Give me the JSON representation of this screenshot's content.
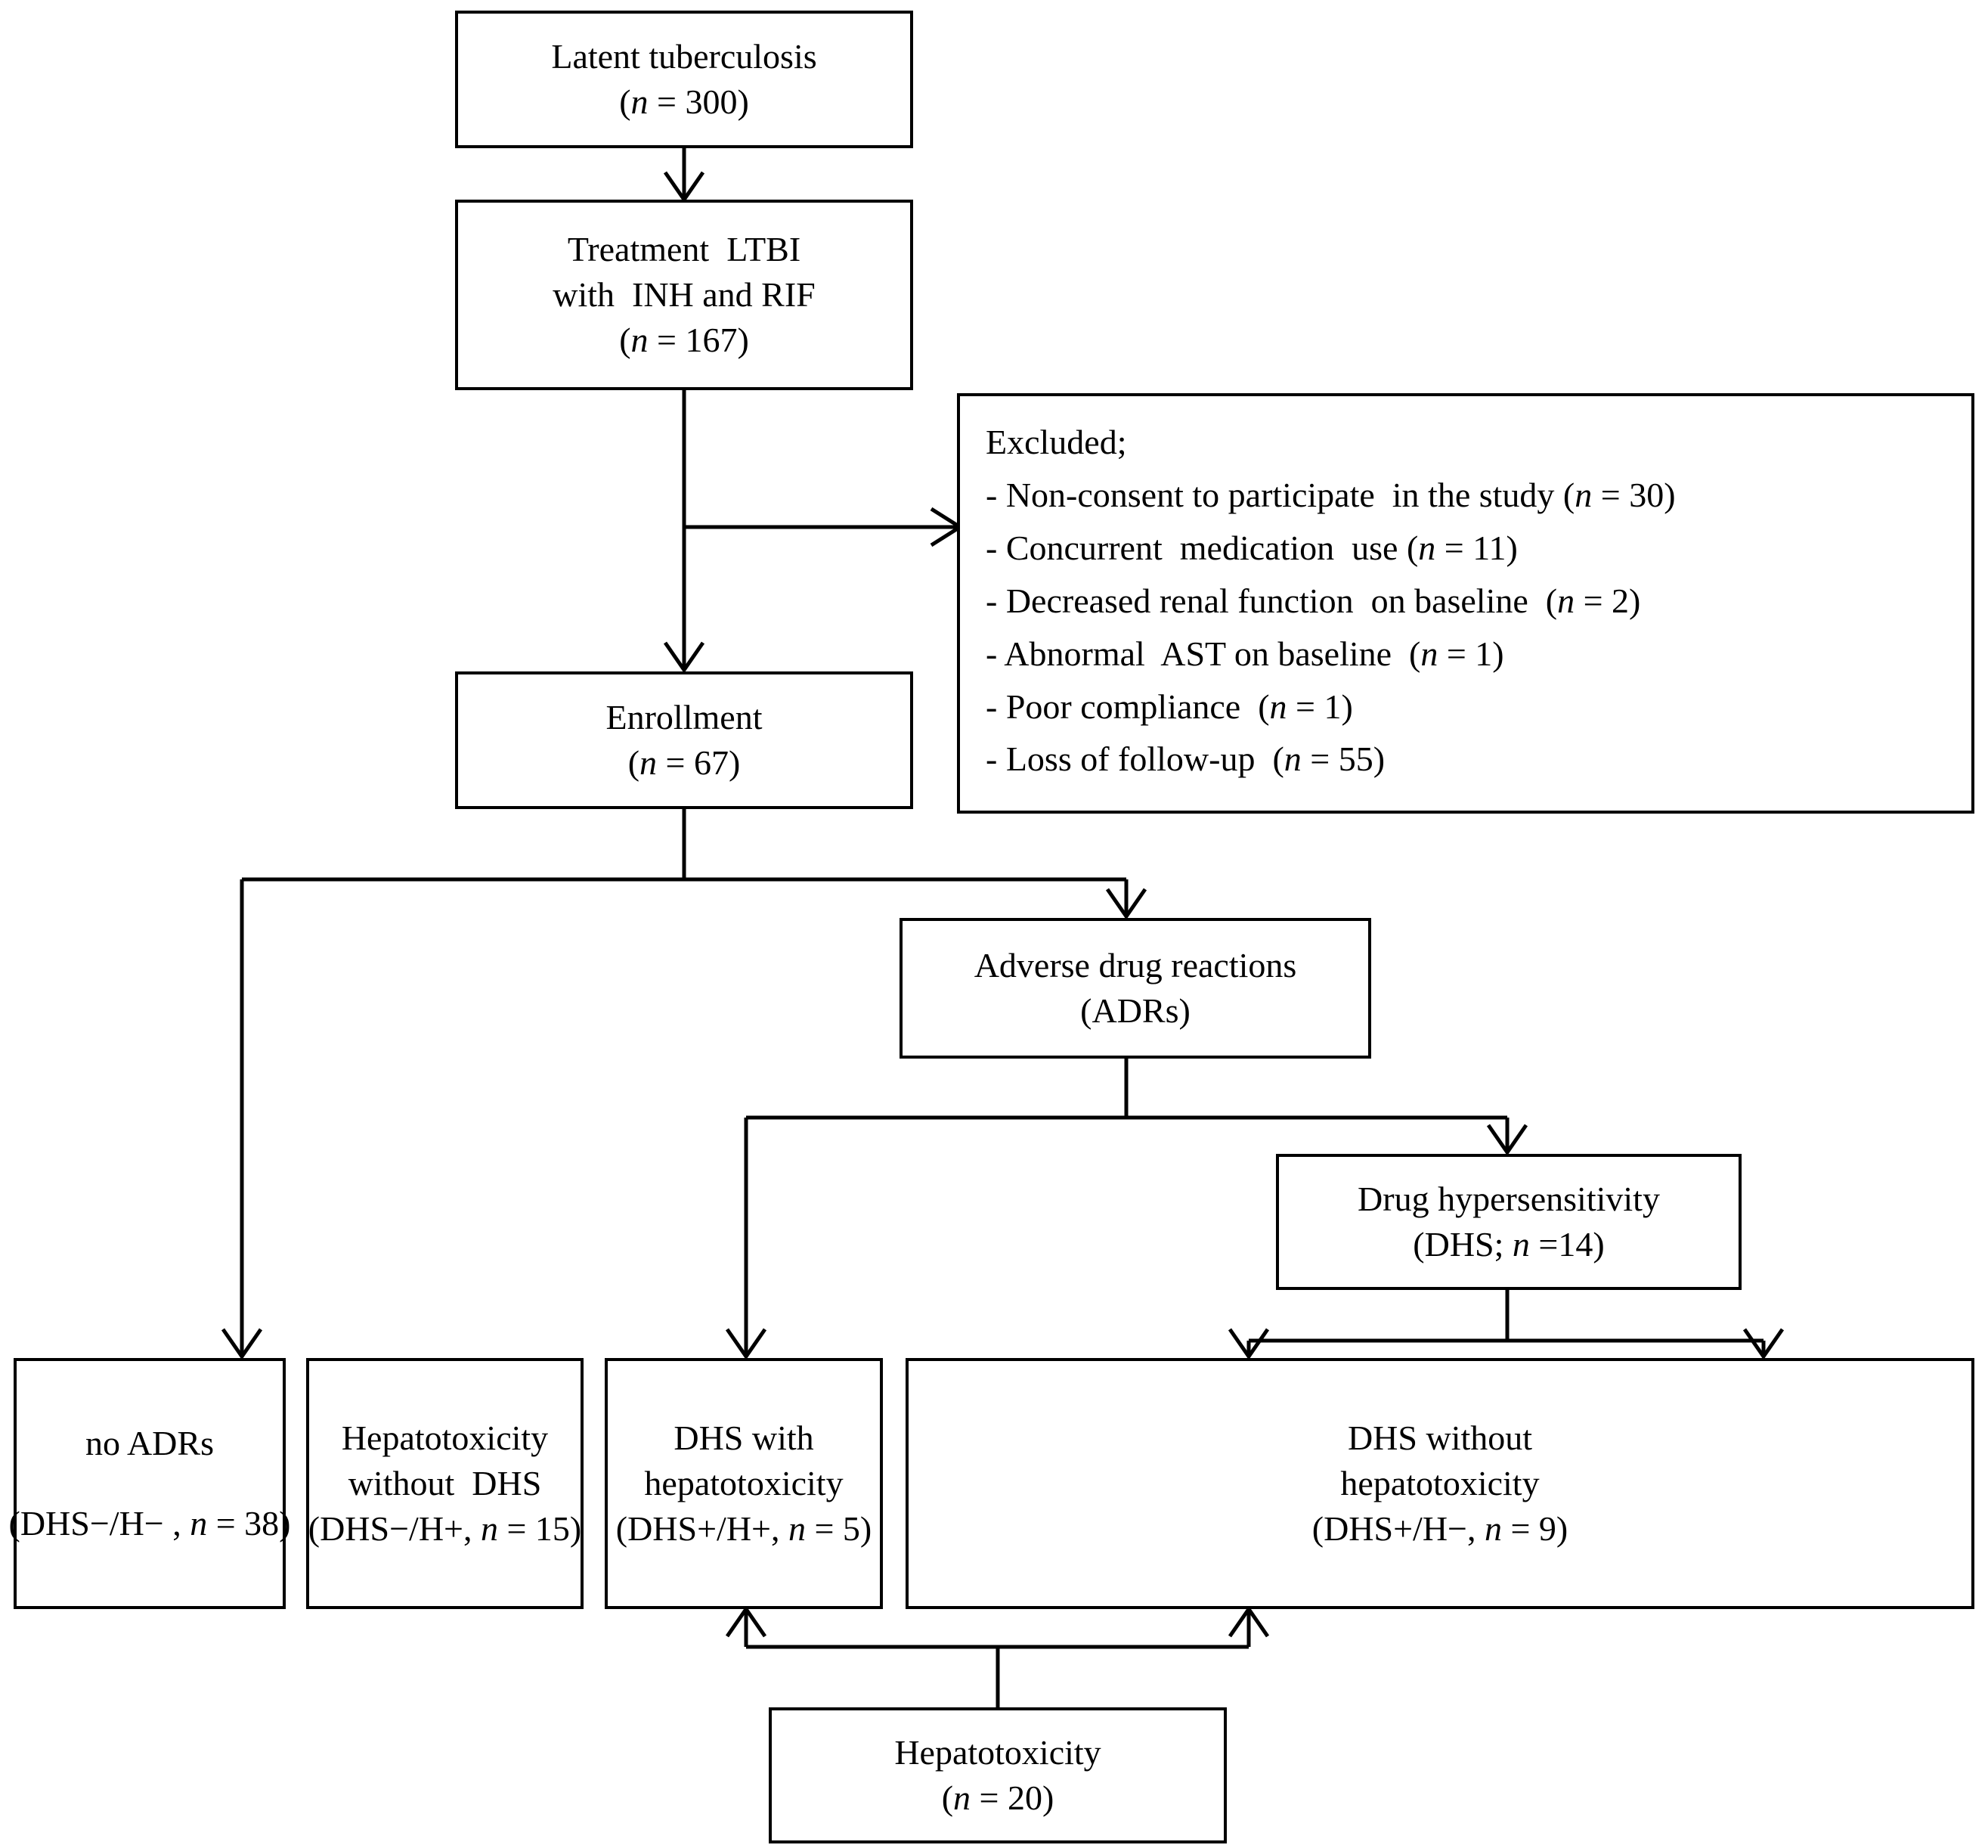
{
  "chart_data": {
    "type": "flowchart",
    "title": "Study enrollment and adverse drug reaction flow diagram",
    "nodes": [
      {
        "id": "latent-tb",
        "lines": [
          "Latent tuberculosis",
          "(n = 300)"
        ]
      },
      {
        "id": "treatment-ltbi",
        "lines": [
          "Treatment  LTBI",
          "with  INH and RIF",
          "(n = 167)"
        ]
      },
      {
        "id": "excluded",
        "lines": [
          "Excluded;",
          "- Non-consent to participate  in the study (n = 30)",
          "- Concurrent  medication  use (n = 11)",
          "- Decreased renal function  on baseline  (n = 2)",
          "- Abnormal  AST on baseline  (n = 1)",
          "- Poor compliance  (n = 1)",
          "- Loss of follow-up  (n = 55)"
        ]
      },
      {
        "id": "enrollment",
        "lines": [
          "Enrollment",
          "(n = 67)"
        ]
      },
      {
        "id": "adrs",
        "lines": [
          "Adverse drug reactions",
          "(ADRs)"
        ]
      },
      {
        "id": "dhs",
        "lines": [
          "Drug hypersensitivity",
          "(DHS; n =14)"
        ]
      },
      {
        "id": "no-adrs",
        "lines": [
          "no ADRs",
          "",
          "(DHS−/H− , n = 38)"
        ]
      },
      {
        "id": "hepatotox-no-dhs",
        "lines": [
          "Hepatotoxicity",
          "without  DHS",
          "(DHS−/H+, n = 15)"
        ]
      },
      {
        "id": "dhs-with-hepato",
        "lines": [
          "DHS with",
          "hepatotoxicity",
          "(DHS+/H+, n = 5)"
        ]
      },
      {
        "id": "dhs-without-hepato",
        "lines": [
          "DHS without",
          "hepatotoxicity",
          "(DHS+/H−, n = 9)"
        ]
      },
      {
        "id": "hepatotoxicity",
        "lines": [
          "Hepatotoxicity",
          "(n = 20)"
        ]
      }
    ],
    "edges": [
      {
        "from": "latent-tb",
        "to": "treatment-ltbi",
        "arrow": "down"
      },
      {
        "from": "treatment-ltbi",
        "to": "excluded",
        "arrow": "right"
      },
      {
        "from": "treatment-ltbi",
        "to": "enrollment",
        "arrow": "down"
      },
      {
        "from": "enrollment",
        "to": "no-adrs",
        "arrow": "down"
      },
      {
        "from": "enrollment",
        "to": "adrs",
        "arrow": "down"
      },
      {
        "from": "adrs",
        "to": "hepatotox-no-dhs",
        "arrow": "down"
      },
      {
        "from": "adrs",
        "to": "dhs",
        "arrow": "down"
      },
      {
        "from": "dhs",
        "to": "dhs-with-hepato",
        "arrow": "down"
      },
      {
        "from": "dhs",
        "to": "dhs-without-hepato",
        "arrow": "down"
      },
      {
        "from": "hepatotoxicity",
        "to": "hepatotox-no-dhs",
        "arrow": "up"
      },
      {
        "from": "hepatotoxicity",
        "to": "dhs-with-hepato",
        "arrow": "up"
      }
    ],
    "counts": {
      "latent_tuberculosis": 300,
      "treatment_ltbi": 167,
      "enrollment": 67,
      "excluded_non_consent": 30,
      "excluded_concurrent_medication": 11,
      "excluded_decreased_renal_function": 2,
      "excluded_abnormal_ast": 1,
      "excluded_poor_compliance": 1,
      "excluded_loss_of_follow_up": 55,
      "dhs": 14,
      "no_adrs": 38,
      "hepatotoxicity_without_dhs": 15,
      "dhs_with_hepatotoxicity": 5,
      "dhs_without_hepatotoxicity": 9,
      "hepatotoxicity_total": 20
    },
    "colors": {
      "line": "#000000",
      "text": "#000000",
      "background": "#ffffff"
    }
  },
  "nodes": {
    "latent_tb": {
      "line1": "Latent tuberculosis",
      "line2_pre": "(",
      "line2_n": "n",
      "line2_post": " = 300)"
    },
    "treatment_ltbi": {
      "line1": "Treatment  LTBI",
      "line2": "with  INH and RIF",
      "line3_pre": "(",
      "line3_n": "n",
      "line3_post": " = 167)"
    },
    "excluded": {
      "heading": "Excluded;",
      "item1_pre": "- Non-consent to participate  in the study (",
      "item1_n": "n",
      "item1_post": " = 30)",
      "item2_pre": "- Concurrent  medication  use (",
      "item2_n": "n",
      "item2_post": " = 11)",
      "item3_pre": "- Decreased renal function  on baseline  (",
      "item3_n": "n",
      "item3_post": " = 2)",
      "item4_pre": "- Abnormal  AST on baseline  (",
      "item4_n": "n",
      "item4_post": " = 1)",
      "item5_pre": "- Poor compliance  (",
      "item5_n": "n",
      "item5_post": " = 1)",
      "item6_pre": "- Loss of follow-up  (",
      "item6_n": "n",
      "item6_post": " = 55)"
    },
    "enrollment": {
      "line1": "Enrollment",
      "line2_pre": "(",
      "line2_n": "n",
      "line2_post": " = 67)"
    },
    "adrs": {
      "line1": "Adverse drug reactions",
      "line2": "(ADRs)"
    },
    "dhs": {
      "line1": "Drug hypersensitivity",
      "line2_pre": "(DHS; ",
      "line2_n": "n",
      "line2_post": " =14)"
    },
    "no_adrs": {
      "line1": "no ADRs",
      "line3_pre": "(DHS−/H− , ",
      "line3_n": "n",
      "line3_post": " = 38)"
    },
    "hepatotox_no_dhs": {
      "line1": "Hepatotoxicity",
      "line2": "without  DHS",
      "line3_pre": "(DHS−/H+, ",
      "line3_n": "n",
      "line3_post": " = 15)"
    },
    "dhs_with_hepato": {
      "line1": "DHS with",
      "line2": "hepatotoxicity",
      "line3_pre": "(DHS+/H+, ",
      "line3_n": "n",
      "line3_post": " = 5)"
    },
    "dhs_without_hepato": {
      "line1": "DHS without",
      "line2": "hepatotoxicity",
      "line3_pre": "(DHS+/H−, ",
      "line3_n": "n",
      "line3_post": " = 9)"
    },
    "hepatotoxicity": {
      "line1": "Hepatotoxicity",
      "line2_pre": "(",
      "line2_n": "n",
      "line2_post": " = 20)"
    }
  }
}
